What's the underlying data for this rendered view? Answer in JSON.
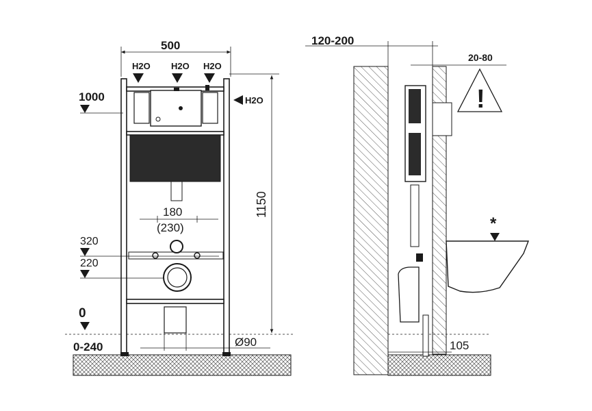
{
  "front_view": {
    "width_label": "500",
    "water_labels": [
      "H2O",
      "H2O",
      "H2O"
    ],
    "side_water_label": "H2O",
    "height_1000": "1000",
    "height_1150": "1150",
    "spacing_180": "180",
    "spacing_230": "(230)",
    "level_320": "320",
    "level_220": "220",
    "floor_zero": "0",
    "floor_range": "0-240",
    "pipe_diameter": "Ø90"
  },
  "side_view": {
    "wall_distance": "120-200",
    "panel_distance": "20-80",
    "warning_symbol": "!",
    "asterisk": "*",
    "depth_105": "105"
  },
  "colors": {
    "ink": "#1a1a1a",
    "tank": "#2b2b2b",
    "hatch": "#555555",
    "background": "#ffffff"
  }
}
